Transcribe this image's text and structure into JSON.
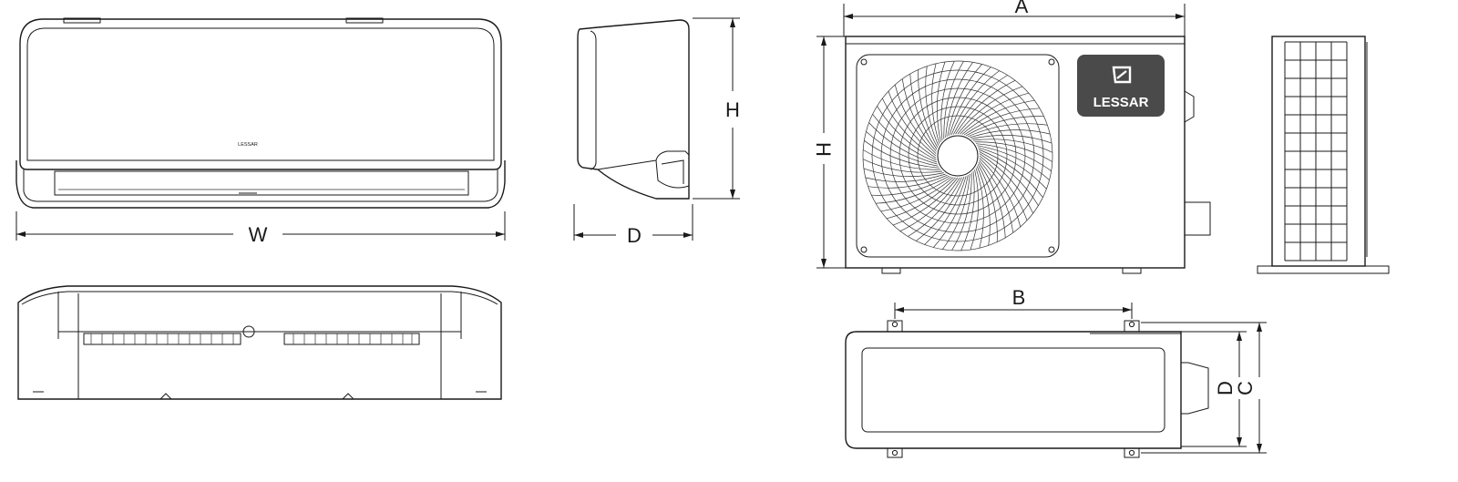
{
  "indoor_unit": {
    "front_brand": "LESSAR",
    "dim_width": "W",
    "dim_height": "H",
    "dim_depth": "D"
  },
  "outdoor_unit": {
    "badge_brand": "LESSAR",
    "dim_a": "A",
    "dim_h": "H",
    "dim_b": "B",
    "dim_c": "C",
    "dim_d": "D"
  },
  "colors": {
    "line": "#1a1a1a",
    "badge": "#4a4a4a",
    "badge_text": "#ffffff"
  }
}
